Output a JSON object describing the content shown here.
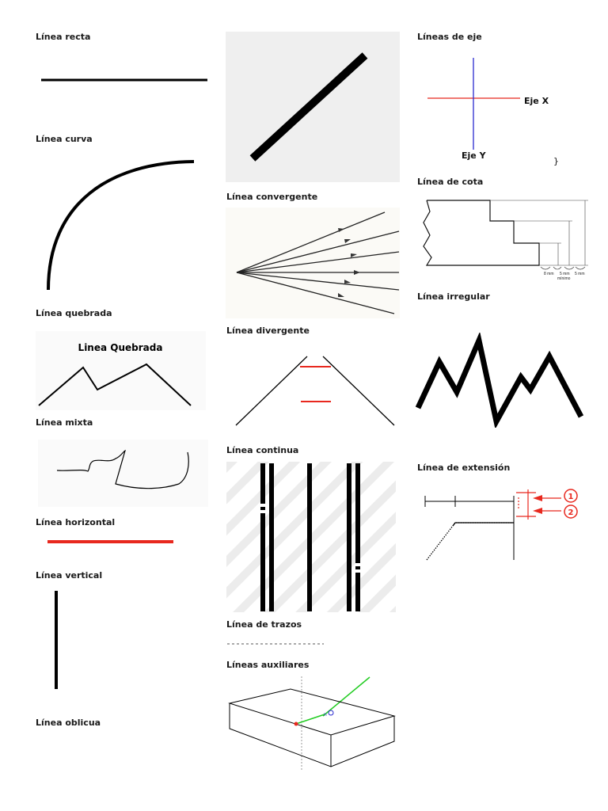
{
  "labels": {
    "recta": "Línea recta",
    "curva": "Línea curva",
    "quebrada": "Línea quebrada",
    "mixta": "Línea mixta",
    "horizontal": "Línea horizontal",
    "vertical": "Línea vertical",
    "oblicua": "Línea oblicua",
    "convergente": "Línea convergente",
    "divergente": "Línea divergente",
    "continua": "Línea continua",
    "trazos": "Línea de trazos",
    "auxiliares": "Líneas auxiliares",
    "eje": "Líneas de eje",
    "cota": "Línea de cota",
    "irregular": "Línea irregular",
    "extension": "Línea de extensión"
  },
  "figures": {
    "quebrada_title": "Linea Quebrada",
    "eje_x": "Eje X",
    "eje_y": "Eje Y",
    "brace": "}",
    "cota_8mm": "8 mm",
    "cota_5mm_a": "5 mm",
    "cota_5mm_b": "5 mm",
    "cota_minimo": "mínimo",
    "ext_1": "1",
    "ext_2": "2"
  },
  "colors": {
    "red": "#e8281e",
    "blue": "#2a2ad0",
    "green": "#22cc22",
    "black": "#000000"
  }
}
